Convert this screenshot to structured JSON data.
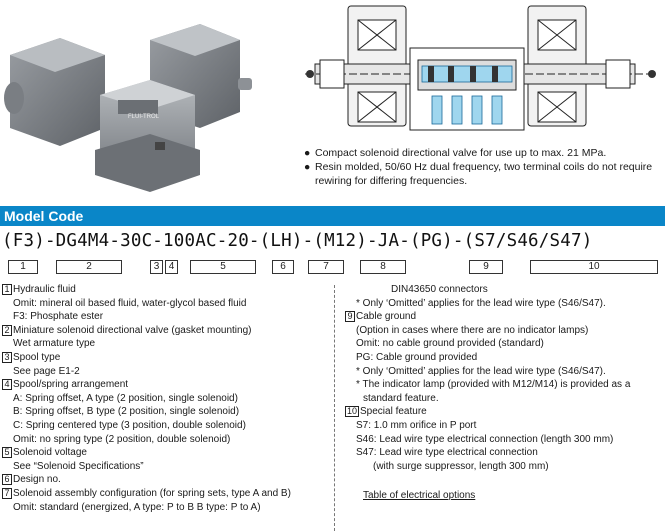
{
  "bullets": [
    "Compact solenoid directional valve for use up to max. 21 MPa.",
    "Resin molded, 50/60 Hz dual frequency, two terminal coils do not require rewiring for differing frequencies."
  ],
  "photo": {
    "brand_text": "FLUI-TROL"
  },
  "section_title": "Model Code",
  "model_code": "(F3)-DG4M4-30C-100AC-20-(LH)-(M12)-JA-(PG)-(S7/S46/S47)",
  "boxes": [
    "1",
    "2",
    "3",
    "4",
    "5",
    "6",
    "7",
    "8",
    "9",
    "10"
  ],
  "left_items": [
    {
      "num": "1",
      "text": "Hydraulic fluid"
    },
    {
      "text": "Omit: mineral oil based fluid, water-glycol based fluid"
    },
    {
      "text": "F3: Phosphate ester"
    },
    {
      "num": "2",
      "text": "Miniature solenoid directional valve (gasket mounting)"
    },
    {
      "text": "Wet armature type"
    },
    {
      "num": "3",
      "text": "Spool type"
    },
    {
      "text": "See page E1-2"
    },
    {
      "num": "4",
      "text": "Spool/spring arrangement"
    },
    {
      "text": "A: Spring offset, A type (2 position, single solenoid)"
    },
    {
      "text": "B: Spring offset, B type (2 position, single solenoid)"
    },
    {
      "text": "C: Spring centered type (3 position, double solenoid)"
    },
    {
      "text": "Omit: no spring type (2 position, double solenoid)"
    },
    {
      "num": "5",
      "text": "Solenoid voltage"
    },
    {
      "text": "See “Solenoid Specifications”"
    },
    {
      "num": "6",
      "text": "Design no."
    },
    {
      "num": "7",
      "text": "Solenoid assembly configuration (for spring sets, type A and B)"
    },
    {
      "text": "Omit: standard (energized, A type: P to B B type: P to A)"
    }
  ],
  "right_items": [
    {
      "text": "DIN43650 connectors"
    },
    {
      "text": "* Only ‘Omitted’ applies for the lead wire type (S46/S47)."
    },
    {
      "num": "9",
      "text": "Cable ground"
    },
    {
      "text": "(Option in cases where there are no indicator lamps)"
    },
    {
      "text": "Omit: no cable ground provided (standard)"
    },
    {
      "text": "PG: Cable ground provided"
    },
    {
      "text": "* Only ‘Omitted’ applies for the lead wire type (S46/S47)."
    },
    {
      "text": "* The indicator lamp (provided with M12/M14) is provided as a"
    },
    {
      "text": "standard feature."
    },
    {
      "num": "10",
      "text": "Special feature"
    },
    {
      "text": "S7: 1.0 mm orifice in P port"
    },
    {
      "text": "S46: Lead wire type electrical connection (length 300 mm)"
    },
    {
      "text": "S47: Lead wire type electrical connection"
    },
    {
      "text": "(with surge suppressor, length 300 mm)"
    }
  ],
  "table_link": "Table of electrical options"
}
